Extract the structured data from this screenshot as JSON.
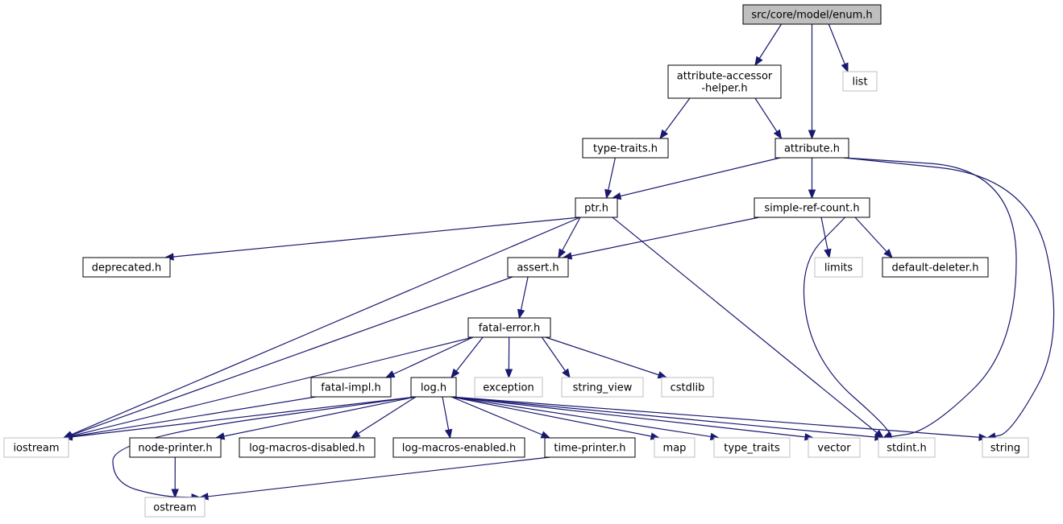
{
  "graph": {
    "colors": {
      "edge": "#191970",
      "root_fill": "#bfbfbf",
      "local_border": "#000000",
      "external_border": "#bfbfbf"
    },
    "nodes": {
      "enum_h": {
        "lines": [
          "src/core/model/enum.h"
        ],
        "kind": "root"
      },
      "attr_acc": {
        "lines": [
          "attribute-accessor",
          "-helper.h"
        ],
        "kind": "local"
      },
      "list": {
        "lines": [
          "list"
        ],
        "kind": "external"
      },
      "type_traits_h": {
        "lines": [
          "type-traits.h"
        ],
        "kind": "local"
      },
      "attribute_h": {
        "lines": [
          "attribute.h"
        ],
        "kind": "local"
      },
      "ptr_h": {
        "lines": [
          "ptr.h"
        ],
        "kind": "local"
      },
      "src": {
        "lines": [
          "simple-ref-count.h"
        ],
        "kind": "local"
      },
      "deprecated_h": {
        "lines": [
          "deprecated.h"
        ],
        "kind": "local"
      },
      "assert_h": {
        "lines": [
          "assert.h"
        ],
        "kind": "local"
      },
      "limits": {
        "lines": [
          "limits"
        ],
        "kind": "external"
      },
      "default_del": {
        "lines": [
          "default-deleter.h"
        ],
        "kind": "local"
      },
      "fatal_error": {
        "lines": [
          "fatal-error.h"
        ],
        "kind": "local"
      },
      "fatal_impl": {
        "lines": [
          "fatal-impl.h"
        ],
        "kind": "local"
      },
      "log_h": {
        "lines": [
          "log.h"
        ],
        "kind": "local"
      },
      "exception": {
        "lines": [
          "exception"
        ],
        "kind": "external"
      },
      "string_view": {
        "lines": [
          "string_view"
        ],
        "kind": "external"
      },
      "cstdlib": {
        "lines": [
          "cstdlib"
        ],
        "kind": "external"
      },
      "iostream": {
        "lines": [
          "iostream"
        ],
        "kind": "external"
      },
      "node_printer": {
        "lines": [
          "node-printer.h"
        ],
        "kind": "local"
      },
      "lmd": {
        "lines": [
          "log-macros-disabled.h"
        ],
        "kind": "local"
      },
      "lme": {
        "lines": [
          "log-macros-enabled.h"
        ],
        "kind": "local"
      },
      "time_printer": {
        "lines": [
          "time-printer.h"
        ],
        "kind": "local"
      },
      "map": {
        "lines": [
          "map"
        ],
        "kind": "external"
      },
      "type_traits": {
        "lines": [
          "type_traits"
        ],
        "kind": "external"
      },
      "vector": {
        "lines": [
          "vector"
        ],
        "kind": "external"
      },
      "stdint": {
        "lines": [
          "stdint.h"
        ],
        "kind": "external"
      },
      "string": {
        "lines": [
          "string"
        ],
        "kind": "external"
      },
      "ostream": {
        "lines": [
          "ostream"
        ],
        "kind": "external"
      }
    },
    "edges": [
      [
        "enum_h",
        "attr_acc"
      ],
      [
        "enum_h",
        "attribute_h"
      ],
      [
        "enum_h",
        "list"
      ],
      [
        "attr_acc",
        "type_traits_h"
      ],
      [
        "attr_acc",
        "attribute_h"
      ],
      [
        "type_traits_h",
        "ptr_h"
      ],
      [
        "attribute_h",
        "ptr_h"
      ],
      [
        "attribute_h",
        "src"
      ],
      [
        "attribute_h",
        "stdint"
      ],
      [
        "attribute_h",
        "string"
      ],
      [
        "ptr_h",
        "deprecated_h"
      ],
      [
        "ptr_h",
        "assert_h"
      ],
      [
        "ptr_h",
        "iostream"
      ],
      [
        "ptr_h",
        "stdint"
      ],
      [
        "src",
        "assert_h"
      ],
      [
        "src",
        "limits"
      ],
      [
        "src",
        "default_del"
      ],
      [
        "src",
        "stdint"
      ],
      [
        "assert_h",
        "fatal_error"
      ],
      [
        "assert_h",
        "iostream"
      ],
      [
        "fatal_error",
        "fatal_impl"
      ],
      [
        "fatal_error",
        "log_h"
      ],
      [
        "fatal_error",
        "exception"
      ],
      [
        "fatal_error",
        "string_view"
      ],
      [
        "fatal_error",
        "cstdlib"
      ],
      [
        "fatal_error",
        "iostream"
      ],
      [
        "fatal_impl",
        "iostream"
      ],
      [
        "log_h",
        "iostream"
      ],
      [
        "log_h",
        "ostream"
      ],
      [
        "log_h",
        "node_printer"
      ],
      [
        "log_h",
        "lmd"
      ],
      [
        "log_h",
        "lme"
      ],
      [
        "log_h",
        "time_printer"
      ],
      [
        "log_h",
        "map"
      ],
      [
        "log_h",
        "type_traits"
      ],
      [
        "log_h",
        "vector"
      ],
      [
        "log_h",
        "stdint"
      ],
      [
        "log_h",
        "string"
      ],
      [
        "node_printer",
        "ostream"
      ],
      [
        "time_printer",
        "ostream"
      ]
    ]
  }
}
